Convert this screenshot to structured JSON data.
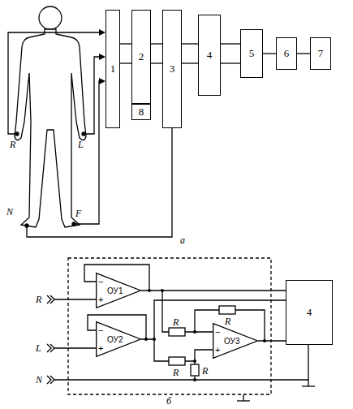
{
  "diagram": {
    "nodes": [
      {
        "text": [
          "1"
        ]
      },
      {
        "text": [
          "2"
        ]
      },
      {
        "text": [
          "3"
        ]
      },
      {
        "text": [
          "4"
        ]
      },
      {
        "text": [
          "5"
        ]
      },
      {
        "text": [
          "6"
        ]
      },
      {
        "text": [
          "7"
        ]
      },
      {
        "text": [
          "8"
        ]
      },
      {
        "text": [
          "ОУ1"
        ]
      },
      {
        "text": [
          "ОУ2"
        ]
      },
      {
        "text": [
          "ОУ3"
        ]
      },
      {
        "text": [
          "4"
        ]
      }
    ],
    "edges": [
      {
        "from": 0,
        "to": 1,
        "arrow": "none"
      },
      {
        "from": 1,
        "to": 2,
        "arrow": "none"
      },
      {
        "from": 2,
        "to": 3,
        "arrow": "none"
      },
      {
        "from": 3,
        "to": 4,
        "arrow": "none"
      },
      {
        "from": 4,
        "to": 5,
        "arrow": "none"
      },
      {
        "from": 5,
        "to": 6,
        "arrow": "none"
      },
      {
        "from": 8,
        "to": 11,
        "arrow": "none"
      },
      {
        "from": 9,
        "to": 11,
        "arrow": "none"
      },
      {
        "from": 10,
        "to": 11,
        "arrow": "none"
      }
    ],
    "labels": [
      "R",
      "L",
      "N",
      "F",
      "а",
      "R",
      "L",
      "N",
      "−",
      "+",
      "−",
      "+",
      "−",
      "+",
      "R",
      "R",
      "R",
      "R",
      "б"
    ]
  }
}
